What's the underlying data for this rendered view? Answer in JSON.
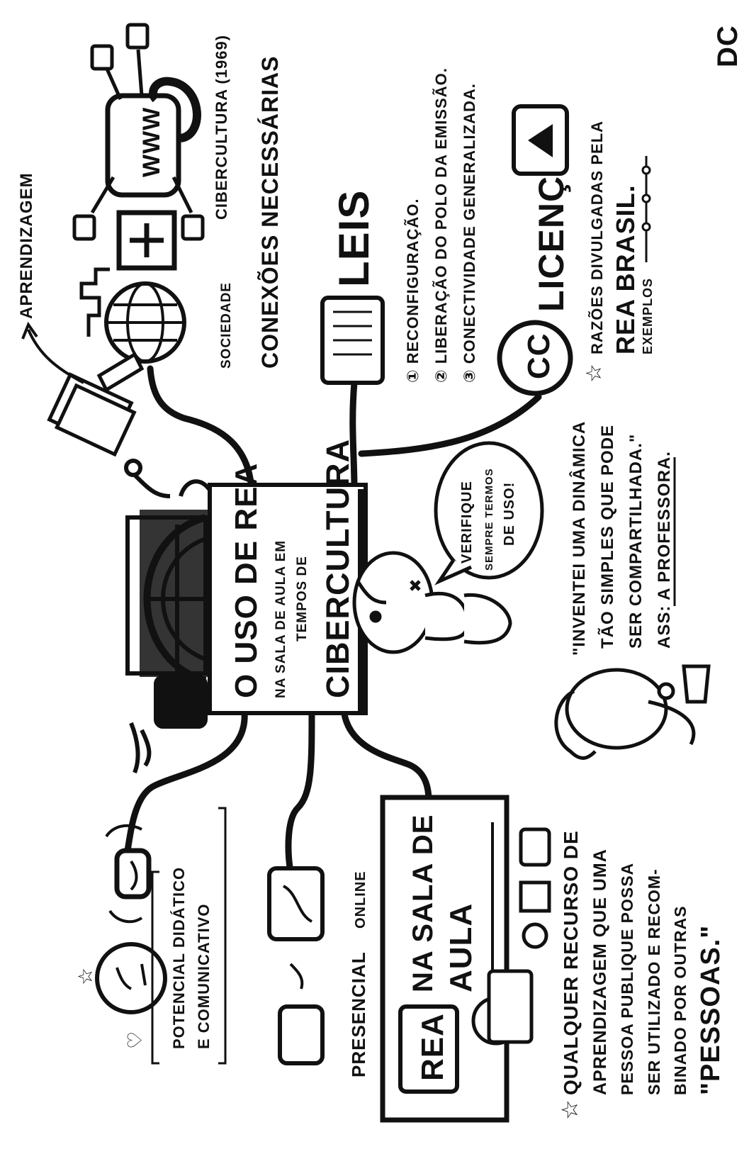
{
  "center": {
    "title": "O USO DE REA",
    "line1": "NA SALA DE AULA EM",
    "line2": "TEMPOS DE",
    "line3": "CIBERCULTURA"
  },
  "top_branch": {
    "aprendizagem": "APRENDIZAGEM",
    "cibercultura": "CIBERCULTURA (1969)",
    "sociedade": "SOCIEDADE",
    "conexoes": "CONEXÕES NECESSÁRIAS",
    "www": "WWW"
  },
  "leis_branch": {
    "title": "LEIS",
    "items": [
      "① RECONFIGURAÇÃO.",
      "② LIBERAÇÃO DO POLO DA EMISSÃO.",
      "③ CONECTIVIDADE GENERALIZADA."
    ]
  },
  "licencas_branch": {
    "badge": "CC",
    "title": "LICENÇAS",
    "razoes": "RAZÕES DIVULGADAS PELA",
    "rea_brasil": "REA BRASIL.",
    "exemplos": "EXEMPLOS"
  },
  "speech_bubble": {
    "line1": "VERIFIQUE",
    "line2": "SEMPRE TERMOS",
    "line3": "DE USO!"
  },
  "quote": {
    "line1": "\"INVENTEI UMA DINÂMICA",
    "line2": "TÃO SIMPLES QUE PODE",
    "line3": "SER COMPARTILHADA.\"",
    "line4": "ASS: A PROFESSORA."
  },
  "left_branches": {
    "potencial1": "POTENCIAL DIDÁTICO",
    "potencial2": "E COMUNICATIVO",
    "presencial": "PRESENCIAL",
    "online": "ONLINE"
  },
  "sala_branch": {
    "line1": "NA SALA DE",
    "line2": "AULA",
    "rea_label": "REA",
    "def1": "QUALQUER RECURSO DE",
    "def2": "APRENDIZAGEM QUE UMA",
    "def3": "PESSOA PUBLIQUE POSSA",
    "def4": "SER UTILIZADO E RECOM-",
    "def5": "BINADO POR OUTRAS",
    "def6": "\"PESSOAS.\""
  },
  "signature": "DC",
  "colors": {
    "ink": "#111111",
    "paper": "#ffffff"
  }
}
